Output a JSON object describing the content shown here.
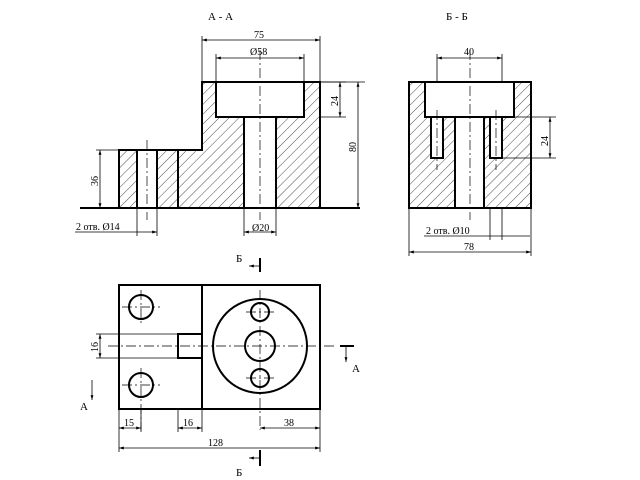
{
  "views": {
    "section_aa": {
      "title": "А - А"
    },
    "section_bb": {
      "title": "Б - Б"
    },
    "plan": {
      "cut_label_top": "Б",
      "cut_label_bottom": "Б",
      "cut_label_right": "А",
      "cut_label_left": "А"
    }
  },
  "dimensions": {
    "d75": "75",
    "d58": "Ø58",
    "d24a": "24",
    "d80": "80",
    "d36": "36",
    "d2holes14": "2 отв. Ø14",
    "d20": "Ø20",
    "d40": "40",
    "d24b": "24",
    "d2holes10": "2 отв. Ø10",
    "d78": "78",
    "d16v": "16",
    "d15": "15",
    "d16h": "16",
    "d38": "38",
    "d128": "128"
  }
}
